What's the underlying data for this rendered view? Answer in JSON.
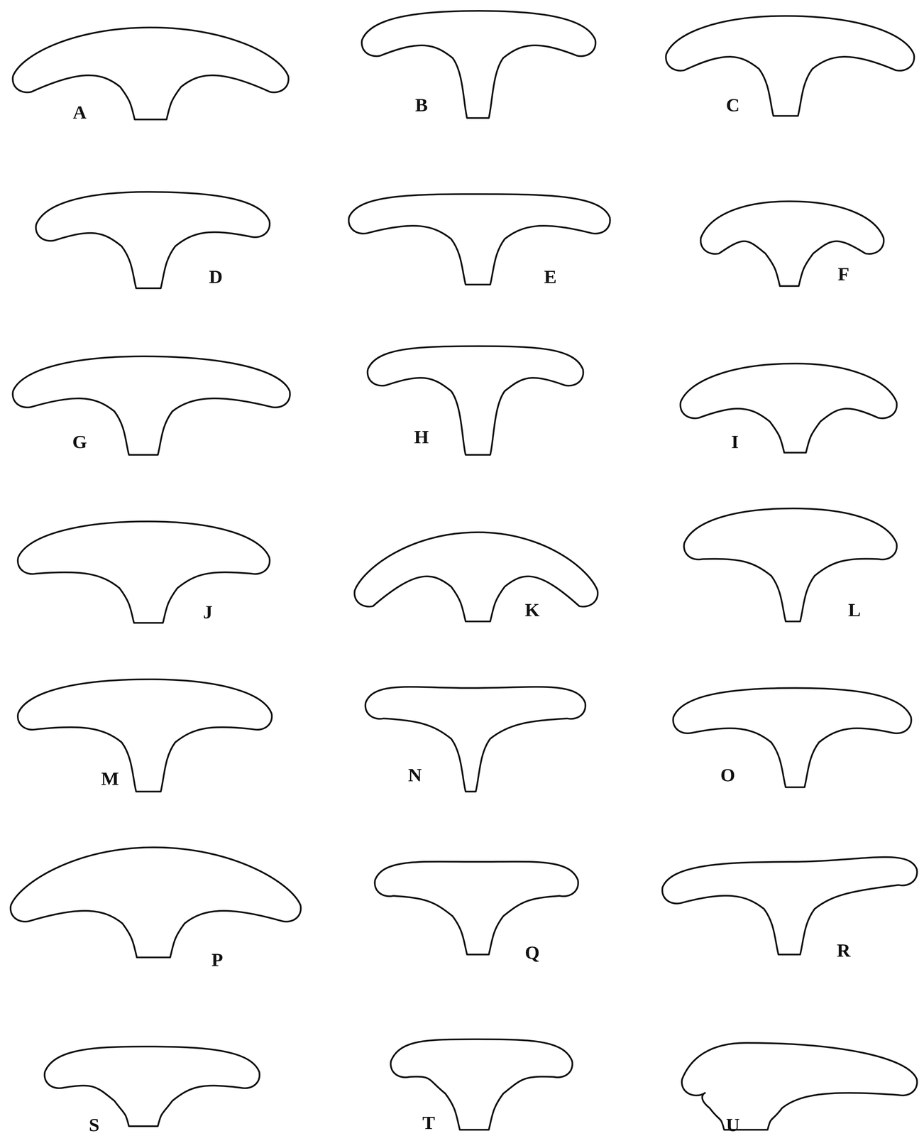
{
  "diagram": {
    "labels": [
      "A",
      "B",
      "C",
      "D",
      "E",
      "F",
      "G",
      "H",
      "I",
      "J",
      "K",
      "L",
      "M",
      "N",
      "O",
      "P",
      "Q",
      "R",
      "S",
      "T",
      "U"
    ]
  }
}
